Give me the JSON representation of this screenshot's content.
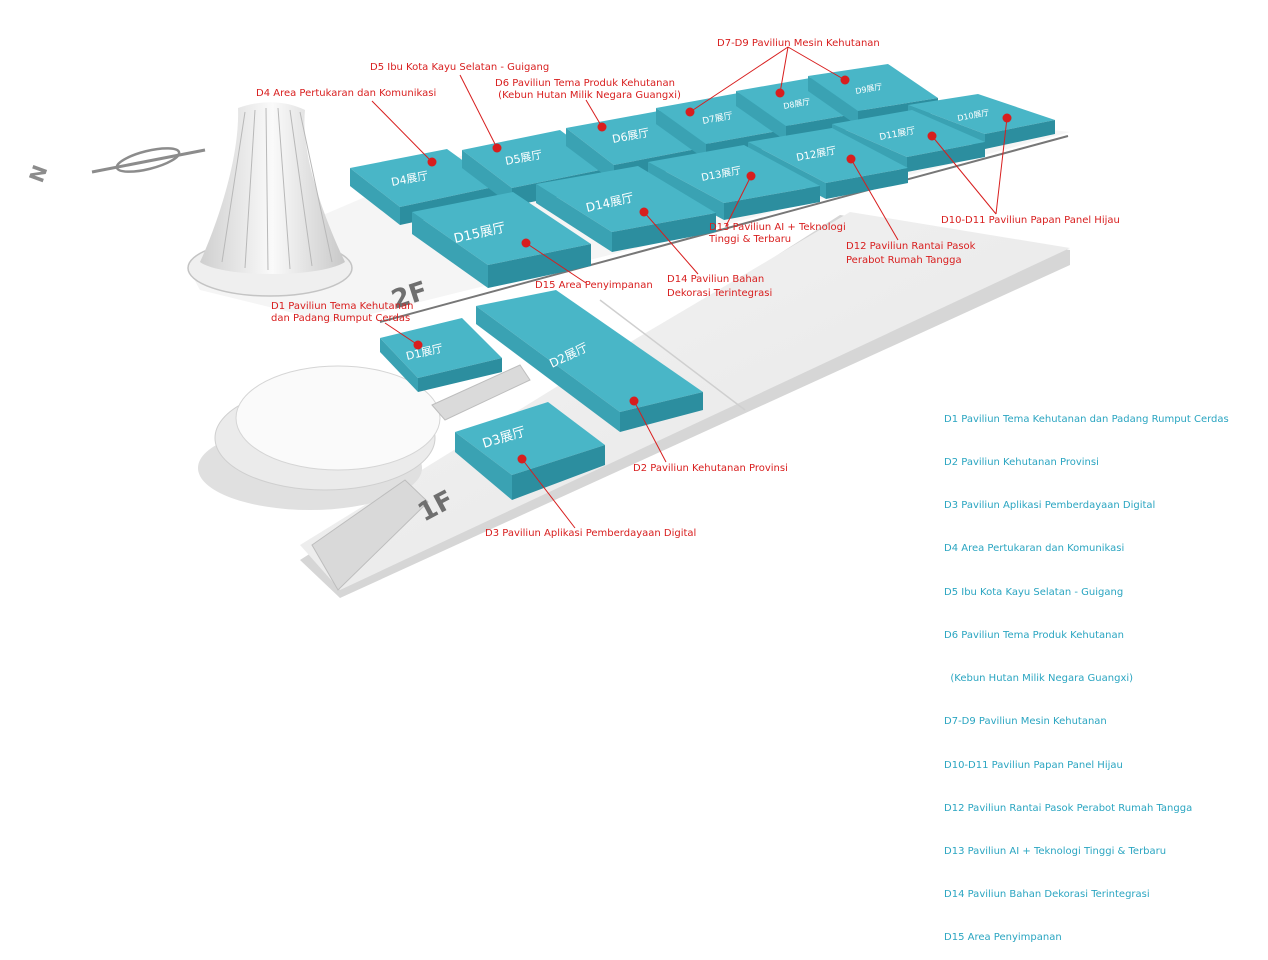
{
  "colors": {
    "callout": "#d81e1e",
    "legend": "#2aa5c1",
    "hall_top": "#49b6c7",
    "hall_front": "#2c8e9f",
    "hall_side": "#3aa2b3"
  },
  "compass_letter": "N",
  "floors": {
    "upper": "2F",
    "lower": "1F"
  },
  "halls": {
    "d1": "D1展厅",
    "d2": "D2展厅",
    "d3": "D3展厅",
    "d4": "D4展厅",
    "d5": "D5展厅",
    "d6": "D6展厅",
    "d7": "D7展厅",
    "d8": "D8展厅",
    "d9": "D9展厅",
    "d11": "D11展厅",
    "d10": "D10展厅",
    "d12": "D12展厅",
    "d13": "D13展厅",
    "d14": "D14展厅",
    "d15": "D15展厅"
  },
  "callouts": {
    "d7_d9": "D7-D9 Paviliun Mesin Kehutanan",
    "d5": "D5 Ibu Kota Kayu Selatan - Guigang",
    "d6": "D6 Paviliun Tema Produk Kehutanan\n (Kebun Hutan Milik Negara Guangxi)",
    "d4": "D4 Area Pertukaran dan Komunikasi",
    "d10_d11": "D10-D11 Paviliun Papan Panel Hijau",
    "d13": "D13 Paviliun AI + Teknologi\nTinggi & Terbaru",
    "d12": "D12 Paviliun Rantai Pasok\nPerabot Rumah Tangga",
    "d14": "D14 Paviliun Bahan\nDekorasi Terintegrasi",
    "d15": "D15 Area Penyimpanan",
    "d1": "D1 Paviliun Tema Kehutanan\ndan Padang Rumput Cerdas",
    "d2": "D2 Paviliun Kehutanan Provinsi",
    "d3": "D3 Paviliun Aplikasi Pemberdayaan Digital"
  },
  "legend": [
    "D1 Paviliun Tema Kehutanan dan Padang Rumput Cerdas",
    "D2 Paviliun Kehutanan Provinsi",
    "D3 Paviliun Aplikasi Pemberdayaan Digital",
    "D4 Area Pertukaran dan Komunikasi",
    "D5 Ibu Kota Kayu Selatan - Guigang",
    "D6 Paviliun Tema Produk Kehutanan",
    "  (Kebun Hutan Milik Negara Guangxi)",
    "D7-D9 Paviliun Mesin Kehutanan",
    "D10-D11 Paviliun Papan Panel Hijau",
    "D12 Paviliun Rantai Pasok Perabot Rumah Tangga",
    "D13 Paviliun AI + Teknologi Tinggi & Terbaru",
    "D14 Paviliun Bahan Dekorasi Terintegrasi",
    "D15 Area Penyimpanan"
  ]
}
